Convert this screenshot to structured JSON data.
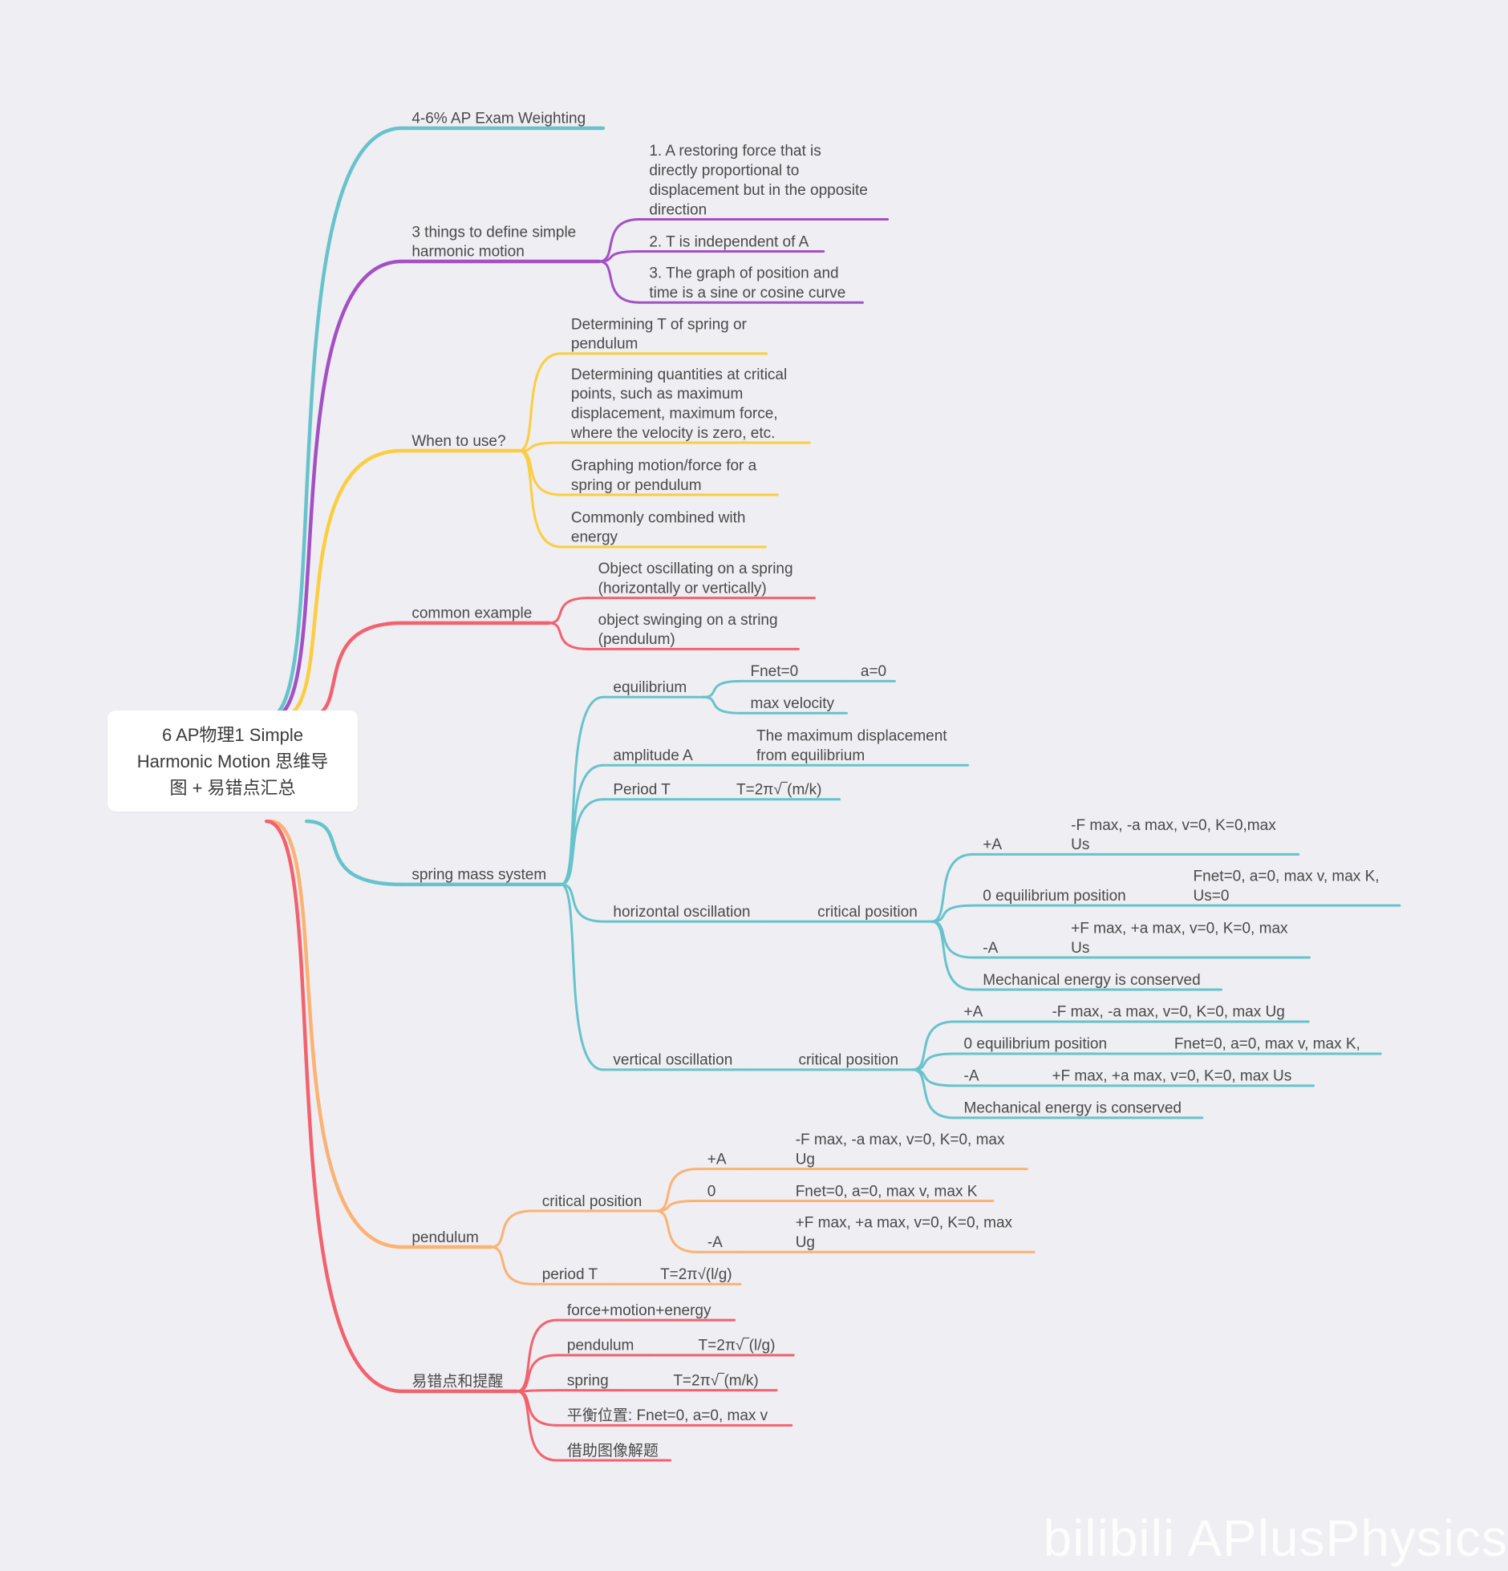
{
  "root": {
    "lines": [
      "6 AP物理1 Simple",
      "Harmonic Motion 思维导",
      "图 + 易错点汇总"
    ]
  },
  "watermark": "bilibili APlusPhysics",
  "colors": {
    "teal": "#67c3cb",
    "purple": "#a350c4",
    "yellow": "#fccd3e",
    "red": "#f2626e",
    "orange": "#fbb273"
  },
  "branches": [
    {
      "id": "weighting",
      "label": [
        "4-6% AP Exam Weighting"
      ],
      "color": "teal"
    },
    {
      "id": "define",
      "label": [
        "3 things to define simple",
        "harmonic motion"
      ],
      "color": "purple",
      "children": [
        {
          "id": "define-1",
          "label": [
            "1. A restoring force that is",
            "directly proportional to",
            "displacement but in the opposite",
            "direction"
          ]
        },
        {
          "id": "define-2",
          "label": [
            "2. T is independent of A"
          ]
        },
        {
          "id": "define-3",
          "label": [
            "3. The graph of position and",
            "time is a sine or cosine curve"
          ]
        }
      ]
    },
    {
      "id": "when",
      "label": [
        "When to use?"
      ],
      "color": "yellow",
      "children": [
        {
          "id": "when-1",
          "label": [
            "Determining T of spring or",
            "pendulum"
          ]
        },
        {
          "id": "when-2",
          "label": [
            "Determining quantities at critical",
            "points, such as maximum",
            "displacement, maximum force,",
            "where the velocity is zero, etc."
          ]
        },
        {
          "id": "when-3",
          "label": [
            "Graphing motion/force for a",
            "spring or pendulum"
          ]
        },
        {
          "id": "when-4",
          "label": [
            "Commonly combined with",
            "energy"
          ]
        }
      ]
    },
    {
      "id": "example",
      "label": [
        "common example"
      ],
      "color": "red",
      "children": [
        {
          "id": "example-1",
          "label": [
            "Object oscillating on a spring",
            "(horizontally or vertically)"
          ]
        },
        {
          "id": "example-2",
          "label": [
            "object swinging on a string",
            "(pendulum)"
          ]
        }
      ]
    },
    {
      "id": "sms",
      "label": [
        "spring mass system"
      ],
      "color": "teal",
      "children": [
        {
          "id": "sms-eq",
          "label": [
            "equilibrium"
          ],
          "children": [
            {
              "id": "sms-eq-1",
              "label": [
                "Fnet=0"
              ],
              "children": [
                {
                  "id": "sms-eq-1a",
                  "label": [
                    "a=0"
                  ]
                }
              ]
            },
            {
              "id": "sms-eq-2",
              "label": [
                "max velocity"
              ]
            }
          ]
        },
        {
          "id": "sms-amp",
          "label": [
            "amplitude A"
          ],
          "children": [
            {
              "id": "sms-amp-1",
              "label": [
                "The maximum displacement",
                "from equilibrium"
              ]
            }
          ]
        },
        {
          "id": "sms-per",
          "label": [
            "Period T"
          ],
          "children": [
            {
              "id": "sms-per-1",
              "label": [
                "T=2π√‾(m/k)"
              ]
            }
          ]
        },
        {
          "id": "sms-hor",
          "label": [
            "horizontal oscillation"
          ],
          "children": [
            {
              "id": "sms-hor-cp",
              "label": [
                "critical position"
              ],
              "children": [
                {
                  "id": "sms-hor-pa",
                  "label": [
                    "+A"
                  ],
                  "children": [
                    {
                      "id": "sms-hor-pa-v",
                      "label": [
                        "-F max, -a max, v=0, K=0,max",
                        "Us"
                      ]
                    }
                  ]
                },
                {
                  "id": "sms-hor-eq",
                  "label": [
                    "0 equilibrium position"
                  ],
                  "children": [
                    {
                      "id": "sms-hor-eq-v",
                      "label": [
                        "Fnet=0, a=0, max v, max K,",
                        "Us=0"
                      ]
                    }
                  ]
                },
                {
                  "id": "sms-hor-na",
                  "label": [
                    "-A"
                  ],
                  "children": [
                    {
                      "id": "sms-hor-na-v",
                      "label": [
                        "+F max, +a max, v=0, K=0, max",
                        "Us"
                      ]
                    }
                  ]
                },
                {
                  "id": "sms-hor-me",
                  "label": [
                    "Mechanical energy is conserved"
                  ]
                }
              ]
            }
          ]
        },
        {
          "id": "sms-ver",
          "label": [
            "vertical oscillation"
          ],
          "children": [
            {
              "id": "sms-ver-cp",
              "label": [
                "critical position"
              ],
              "children": [
                {
                  "id": "sms-ver-pa",
                  "label": [
                    "+A"
                  ],
                  "children": [
                    {
                      "id": "sms-ver-pa-v",
                      "label": [
                        "-F max, -a max, v=0, K=0, max Ug"
                      ]
                    }
                  ]
                },
                {
                  "id": "sms-ver-eq",
                  "label": [
                    "0 equilibrium position"
                  ],
                  "children": [
                    {
                      "id": "sms-ver-eq-v",
                      "label": [
                        "Fnet=0, a=0, max v, max K,"
                      ]
                    }
                  ]
                },
                {
                  "id": "sms-ver-na",
                  "label": [
                    "-A"
                  ],
                  "children": [
                    {
                      "id": "sms-ver-na-v",
                      "label": [
                        "+F max, +a max, v=0, K=0, max Us"
                      ]
                    }
                  ]
                },
                {
                  "id": "sms-ver-me",
                  "label": [
                    "Mechanical energy is conserved"
                  ]
                }
              ]
            }
          ]
        }
      ]
    },
    {
      "id": "pend",
      "label": [
        "pendulum"
      ],
      "color": "orange",
      "children": [
        {
          "id": "pend-cp",
          "label": [
            "critical position"
          ],
          "children": [
            {
              "id": "pend-pa",
              "label": [
                "+A"
              ],
              "children": [
                {
                  "id": "pend-pa-v",
                  "label": [
                    "-F max, -a max, v=0, K=0, max",
                    "Ug"
                  ]
                }
              ]
            },
            {
              "id": "pend-0",
              "label": [
                "0"
              ],
              "children": [
                {
                  "id": "pend-0-v",
                  "label": [
                    "Fnet=0, a=0, max v, max K"
                  ]
                }
              ]
            },
            {
              "id": "pend-na",
              "label": [
                "-A"
              ],
              "children": [
                {
                  "id": "pend-na-v",
                  "label": [
                    "+F max, +a max, v=0, K=0, max",
                    "Ug"
                  ]
                }
              ]
            }
          ]
        },
        {
          "id": "pend-per",
          "label": [
            "period T"
          ],
          "children": [
            {
              "id": "pend-per-v",
              "label": [
                "T=2π√(l/g)"
              ]
            }
          ]
        }
      ]
    },
    {
      "id": "tips",
      "label": [
        "易错点和提醒"
      ],
      "color": "red",
      "children": [
        {
          "id": "tips-1",
          "label": [
            "force+motion+energy"
          ]
        },
        {
          "id": "tips-2",
          "label": [
            "pendulum"
          ],
          "children": [
            {
              "id": "tips-2-v",
              "label": [
                "T=2π√‾(l/g)"
              ]
            }
          ]
        },
        {
          "id": "tips-3",
          "label": [
            "spring"
          ],
          "children": [
            {
              "id": "tips-3-v",
              "label": [
                "T=2π√‾(m/k)"
              ]
            }
          ]
        },
        {
          "id": "tips-4",
          "label": [
            "平衡位置: Fnet=0, a=0, max v"
          ]
        },
        {
          "id": "tips-5",
          "label": [
            "借助图像解题"
          ]
        }
      ]
    }
  ]
}
